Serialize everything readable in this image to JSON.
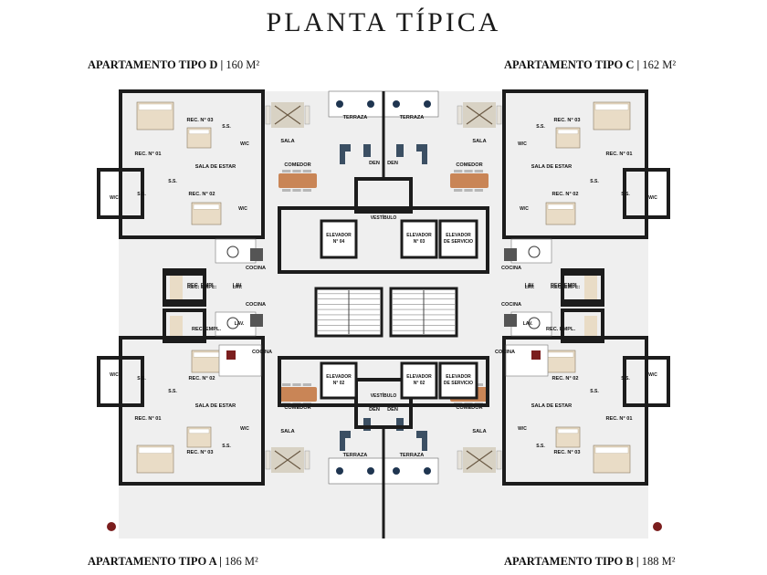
{
  "title": "PLANTA TÍPICA",
  "apartments": {
    "d": {
      "name": "APARTAMENTO TIPO D",
      "area": "160 M²"
    },
    "c": {
      "name": "APARTAMENTO TIPO C",
      "area": "162 M²"
    },
    "a": {
      "name": "APARTAMENTO TIPO A",
      "area": "186 M²"
    },
    "b": {
      "name": "APARTAMENTO TIPO B",
      "area": "188 M²"
    }
  },
  "rooms": {
    "rec1": "REC. N° 01",
    "rec2": "REC. N° 02",
    "rec3": "REC. N° 03",
    "ss": "S.S.",
    "wc": "W/C",
    "sala_estar": "SALA DE ESTAR",
    "sala": "SALA",
    "comedor": "COMEDOR",
    "den": "DEN",
    "terraza": "TERRAZA",
    "cocina": "COCINA",
    "rec_empl": "REC. EMPL.",
    "lav": "LAV.",
    "vestibulo": "VESTÍBULO",
    "elevador": "ELEVADOR",
    "elev_04": "N° 04",
    "elev_03": "N° 03",
    "elev_02": "N° 02",
    "elevador_servicio": "ELEVADOR",
    "de_servicio": "DE SERVICIO"
  },
  "colors": {
    "wall": "#1c1c1c",
    "floor": "#efefef",
    "wood": "#c98556",
    "blue": "#1f3550",
    "sofa": "#3b4f63",
    "bed": "#e9dcc6",
    "rug": "#d8d2c4",
    "red": "#7b1e1e"
  }
}
